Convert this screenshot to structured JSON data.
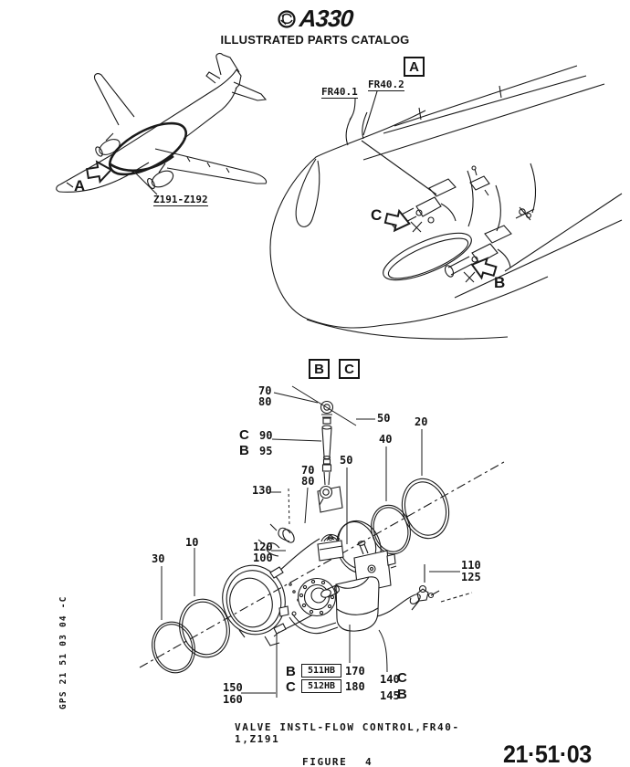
{
  "header": {
    "brand": "A330",
    "subtitle": "ILLUSTRATED PARTS CATALOG"
  },
  "locator": {
    "zone": "Z191-Z192",
    "arrow": "A"
  },
  "nose_view": {
    "marker": "A",
    "frame1": "FR40.1",
    "frame2": "FR40.2",
    "arrow_c": "C",
    "arrow_b": "B"
  },
  "detail_markers": {
    "b": "B",
    "c": "C"
  },
  "callouts": [
    "70",
    "80",
    "50",
    "20",
    "90",
    "95",
    "40",
    "70",
    "80",
    "50",
    "130",
    "120",
    "100",
    "10",
    "30",
    "110",
    "125",
    "150",
    "160",
    "170",
    "180",
    "140",
    "145"
  ],
  "ref_letters": {
    "rod_c": "C",
    "rod_b": "B",
    "row1": "B",
    "row2": "C",
    "act_c": "C",
    "act_b": "B"
  },
  "hb_boxes": [
    "511HB",
    "512HB"
  ],
  "footer": {
    "caption_line1": "VALVE INSTL-FLOW CONTROL,FR40-",
    "caption_line2": "1,Z191",
    "figure_label": "FIGURE",
    "figure_number": "4",
    "chapter_code": "21·51·03",
    "print_code": "GPS 21 51 03 04 -C"
  }
}
